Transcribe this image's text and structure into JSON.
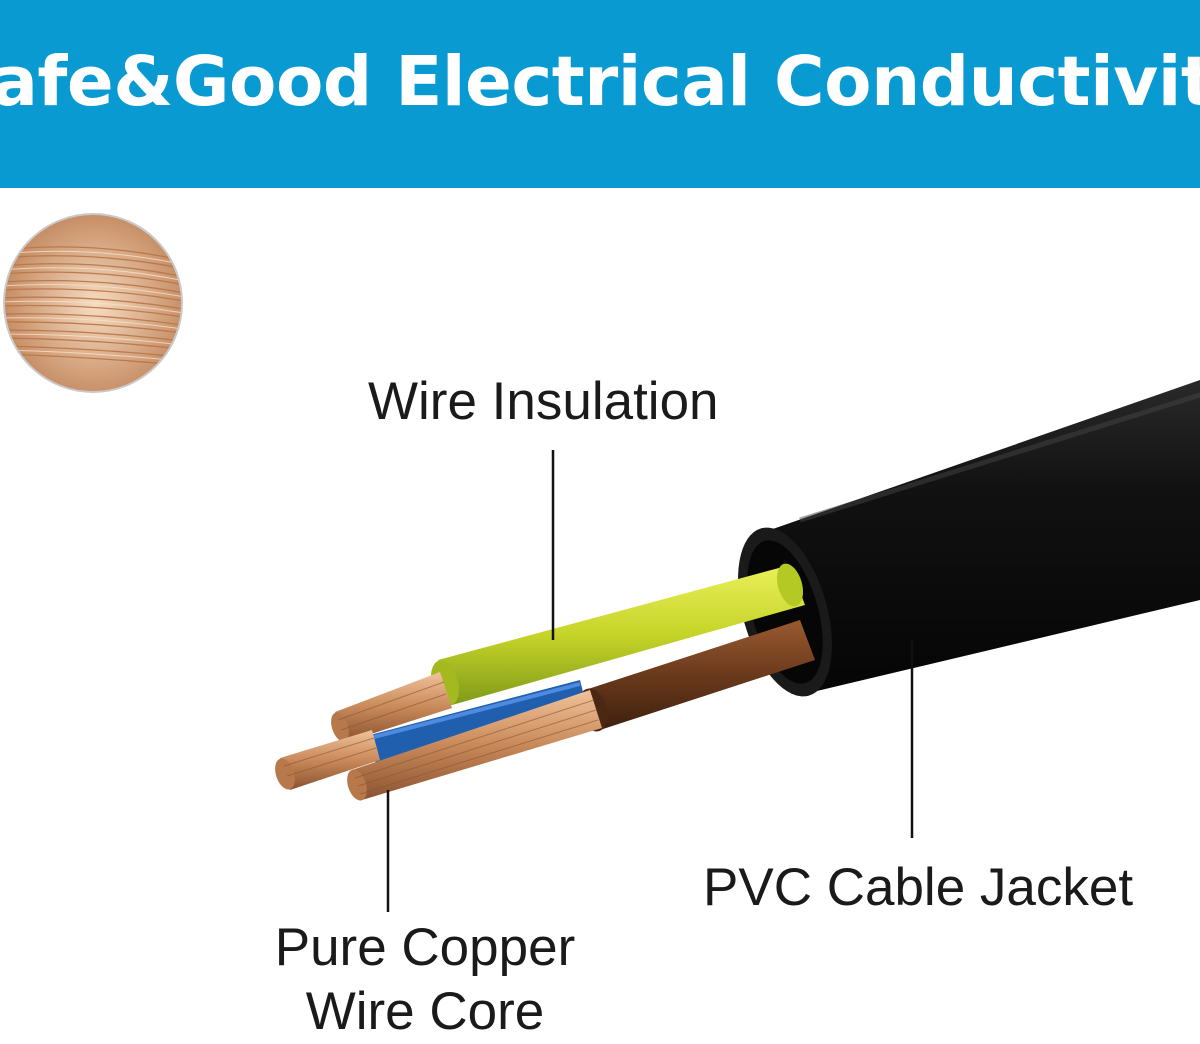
{
  "banner": {
    "title": "Safe&Good Electrical Conductivity",
    "color": "#0a9ad2"
  },
  "labels": {
    "wire_insulation": "Wire Insulation",
    "pvc_jacket": "PVC Cable Jacket",
    "core_line1": "Pure Copper",
    "core_line2": "Wire Core"
  },
  "colors": {
    "jacket": "#0d0d0d",
    "yellow_green_wire": "#c8d629",
    "brown_wire": "#6a3a1c",
    "blue_wire": "#1f5fae",
    "copper": "#c98a5a"
  }
}
